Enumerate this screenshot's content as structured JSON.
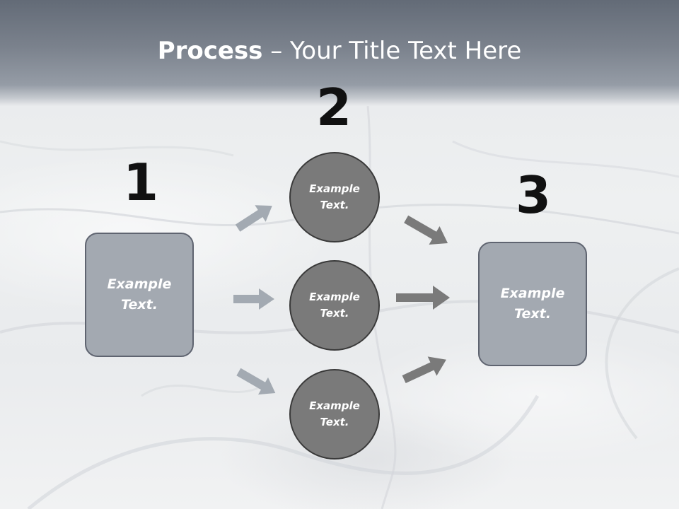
{
  "title": {
    "bold": "Process",
    "rest": " – Your Title Text Here"
  },
  "steps": [
    {
      "number": "1"
    },
    {
      "number": "2"
    },
    {
      "number": "3"
    }
  ],
  "left_box": {
    "text": "Example\nText."
  },
  "circles": [
    {
      "text": "Example\nText."
    },
    {
      "text": "Example\nText."
    },
    {
      "text": "Example\nText."
    }
  ],
  "right_box": {
    "text": "Example\nText."
  },
  "colors": {
    "title_bar": "#7b828d",
    "box_fill": "#a3a9b1",
    "box_border": "#5f6470",
    "circle_fill": "#7a7a7a",
    "circle_border": "#3a3a3a",
    "arrow_light": "#a3aab2",
    "arrow_dark": "#7a7a7a"
  }
}
